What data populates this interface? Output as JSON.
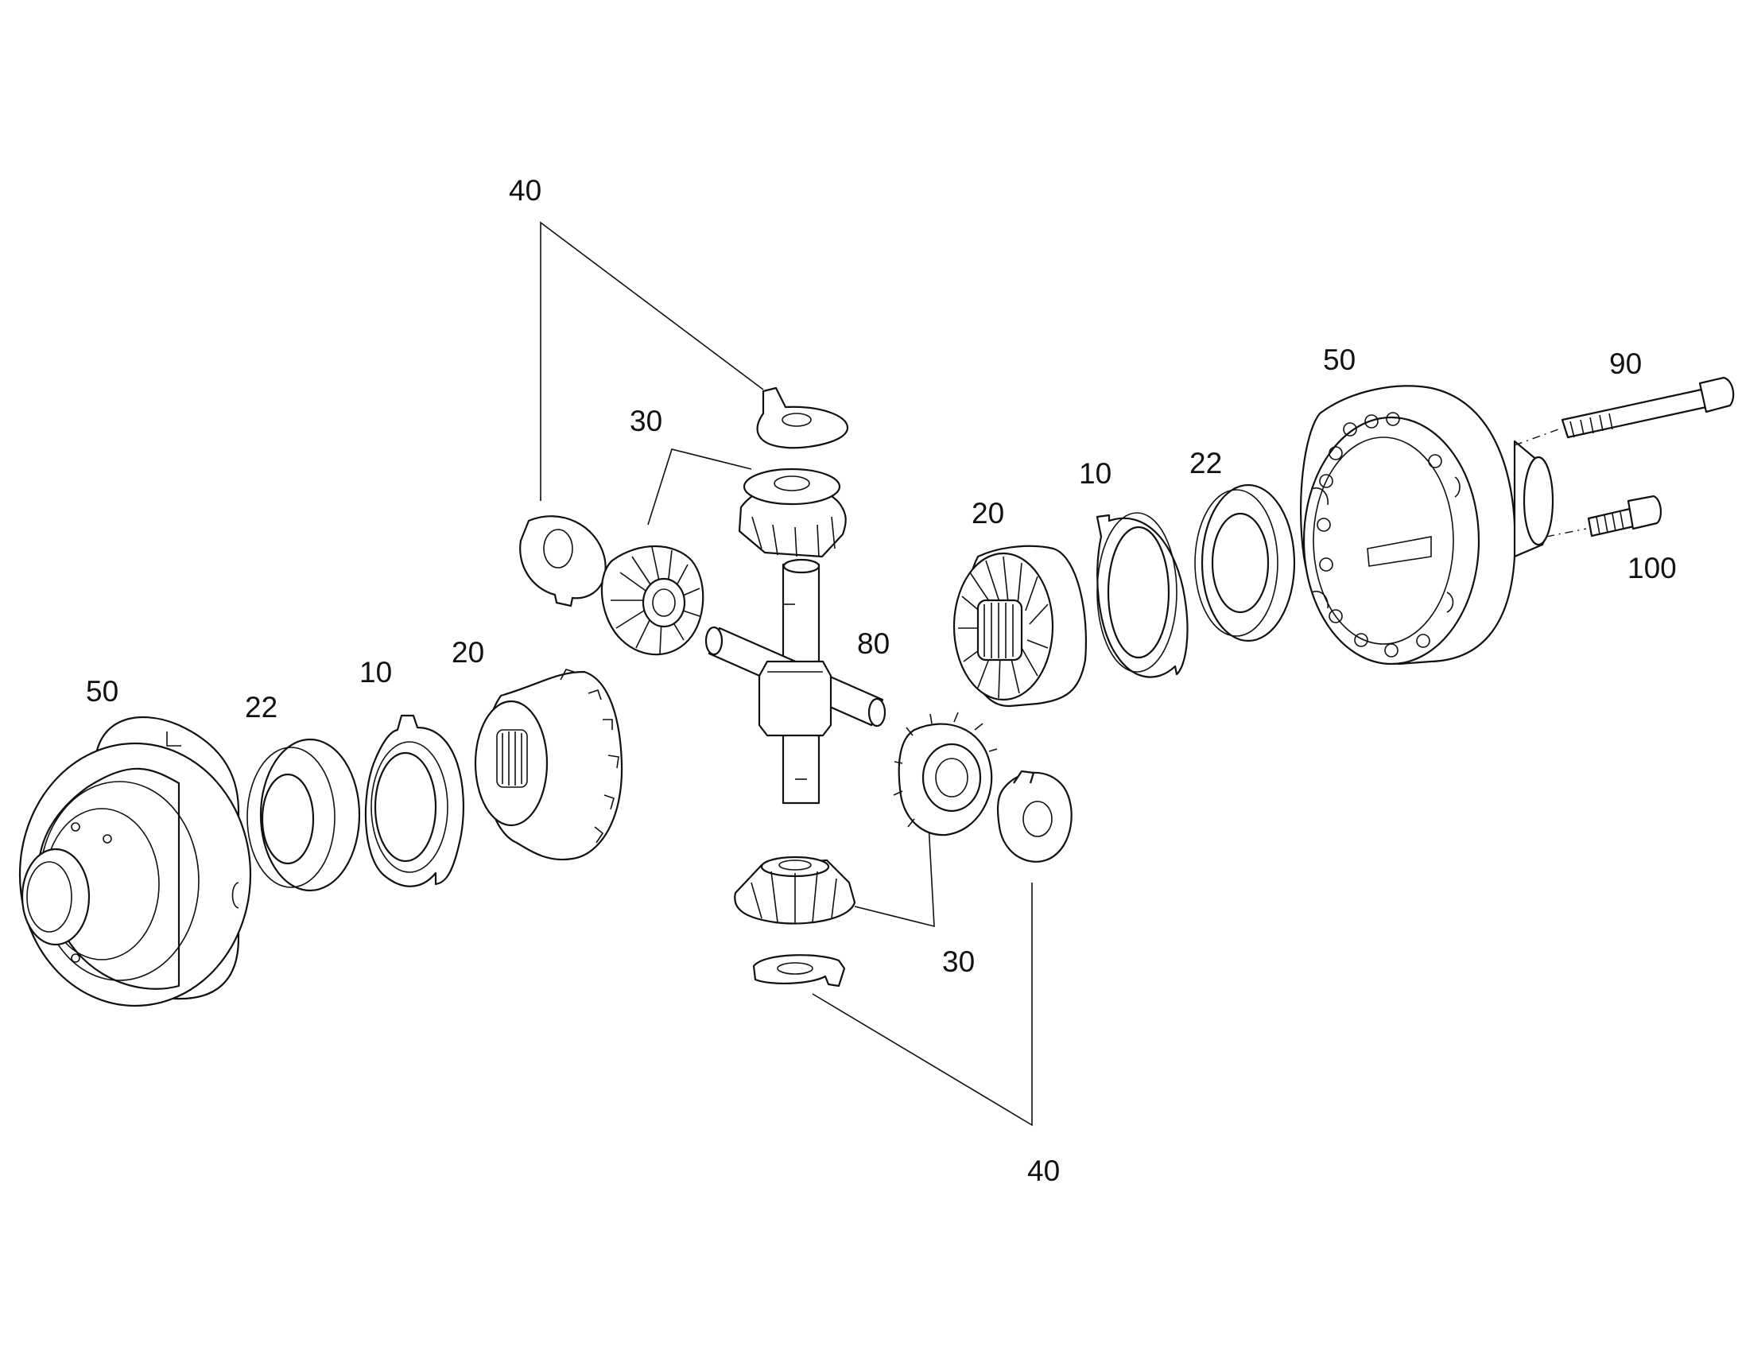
{
  "labels": {
    "l40_top": "40",
    "l30_top": "30",
    "l80": "80",
    "l20_right": "20",
    "l10_right": "10",
    "l22_right": "22",
    "l50_right": "50",
    "l90": "90",
    "l100": "100",
    "l50_left": "50",
    "l22_left": "22",
    "l10_left": "10",
    "l20_left": "20",
    "l30_bottom": "30",
    "l40_bottom": "40"
  }
}
